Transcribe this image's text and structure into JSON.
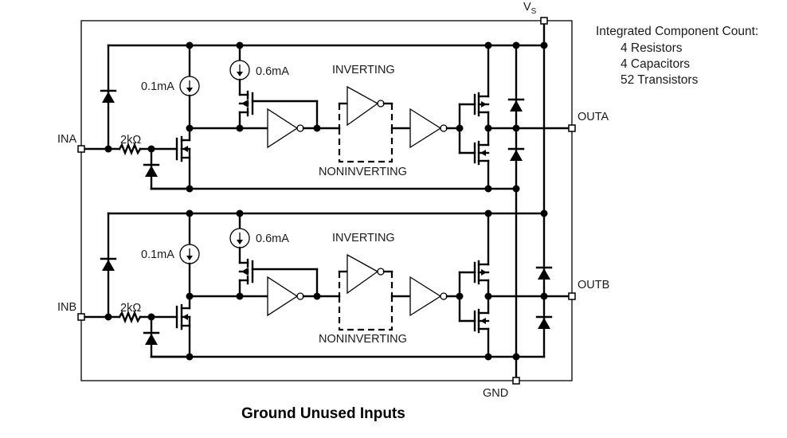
{
  "title": "Ground Unused Inputs",
  "pins": {
    "supply": "V",
    "supply_sub": "S",
    "ground": "GND",
    "input_a": "INA",
    "input_b": "INB",
    "output_a": "OUTA",
    "output_b": "OUTB"
  },
  "channels": [
    {
      "name": "A",
      "resistor": "2kΩ",
      "bias_current": "0.1mA",
      "stage_current": "0.6mA",
      "option_top": "INVERTING",
      "option_bottom": "NONINVERTING"
    },
    {
      "name": "B",
      "resistor": "2kΩ",
      "bias_current": "0.1mA",
      "stage_current": "0.6mA",
      "option_top": "INVERTING",
      "option_bottom": "NONINVERTING"
    }
  ],
  "component_count": {
    "heading": "Integrated Component Count:",
    "items": [
      "4 Resistors",
      "4 Capacitors",
      "52 Transistors"
    ]
  }
}
